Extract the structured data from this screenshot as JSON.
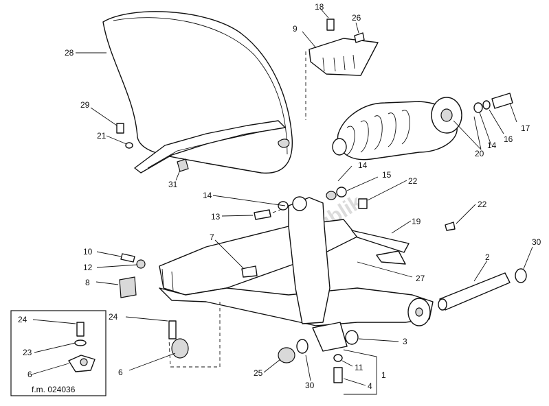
{
  "watermark": "PartsRepublik",
  "inset": {
    "code": "f.m. 024036"
  },
  "callouts": [
    {
      "id": "c18",
      "label": "18"
    },
    {
      "id": "c26",
      "label": "26"
    },
    {
      "id": "c9",
      "label": "9"
    },
    {
      "id": "c28",
      "label": "28"
    },
    {
      "id": "c29",
      "label": "29"
    },
    {
      "id": "c21",
      "label": "21"
    },
    {
      "id": "c31",
      "label": "31"
    },
    {
      "id": "c17",
      "label": "17"
    },
    {
      "id": "c16",
      "label": "16"
    },
    {
      "id": "c14a",
      "label": "14"
    },
    {
      "id": "c20",
      "label": "20"
    },
    {
      "id": "c14b",
      "label": "14"
    },
    {
      "id": "c15",
      "label": "15"
    },
    {
      "id": "c22a",
      "label": "22"
    },
    {
      "id": "c14c",
      "label": "14"
    },
    {
      "id": "c13",
      "label": "13"
    },
    {
      "id": "c22b",
      "label": "22"
    },
    {
      "id": "c19",
      "label": "19"
    },
    {
      "id": "c7",
      "label": "7"
    },
    {
      "id": "c10",
      "label": "10"
    },
    {
      "id": "c12",
      "label": "12"
    },
    {
      "id": "c8",
      "label": "8"
    },
    {
      "id": "c2",
      "label": "2"
    },
    {
      "id": "c30a",
      "label": "30"
    },
    {
      "id": "c27",
      "label": "27"
    },
    {
      "id": "c24a",
      "label": "24"
    },
    {
      "id": "c3",
      "label": "3"
    },
    {
      "id": "c6a",
      "label": "6"
    },
    {
      "id": "c25",
      "label": "25"
    },
    {
      "id": "c30b",
      "label": "30"
    },
    {
      "id": "c11",
      "label": "11"
    },
    {
      "id": "c1",
      "label": "1"
    },
    {
      "id": "c4",
      "label": "4"
    },
    {
      "id": "c24b",
      "label": "24"
    },
    {
      "id": "c23",
      "label": "23"
    },
    {
      "id": "c6b",
      "label": "6"
    }
  ]
}
